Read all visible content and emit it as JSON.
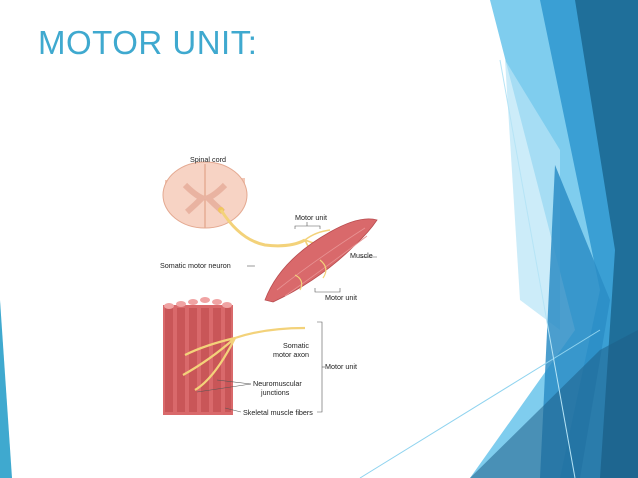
{
  "slide": {
    "title": "MOTOR UNIT:"
  },
  "figure": {
    "labels": {
      "spinal_cord": "Spinal cord",
      "motor_unit_top": "Motor unit",
      "muscle": "Muscle",
      "somatic_motor_neuron": "Somatic motor neuron",
      "motor_unit_mid": "Motor unit",
      "somatic_motor_axon_1": "Somatic",
      "somatic_motor_axon_2": "motor axon",
      "motor_unit_bottom": "Motor unit",
      "neuromuscular_1": "Neuromuscular",
      "neuromuscular_2": "junctions",
      "skeletal_fibers": "Skeletal muscle fibers"
    }
  },
  "colors": {
    "title": "#3fa9cf",
    "accent_dark": "#1f6f9a",
    "accent_light": "#8fd3ef",
    "muscle": "#d9696b",
    "nerve": "#f3d27a",
    "spinal_cord": "#f7d3c4"
  }
}
